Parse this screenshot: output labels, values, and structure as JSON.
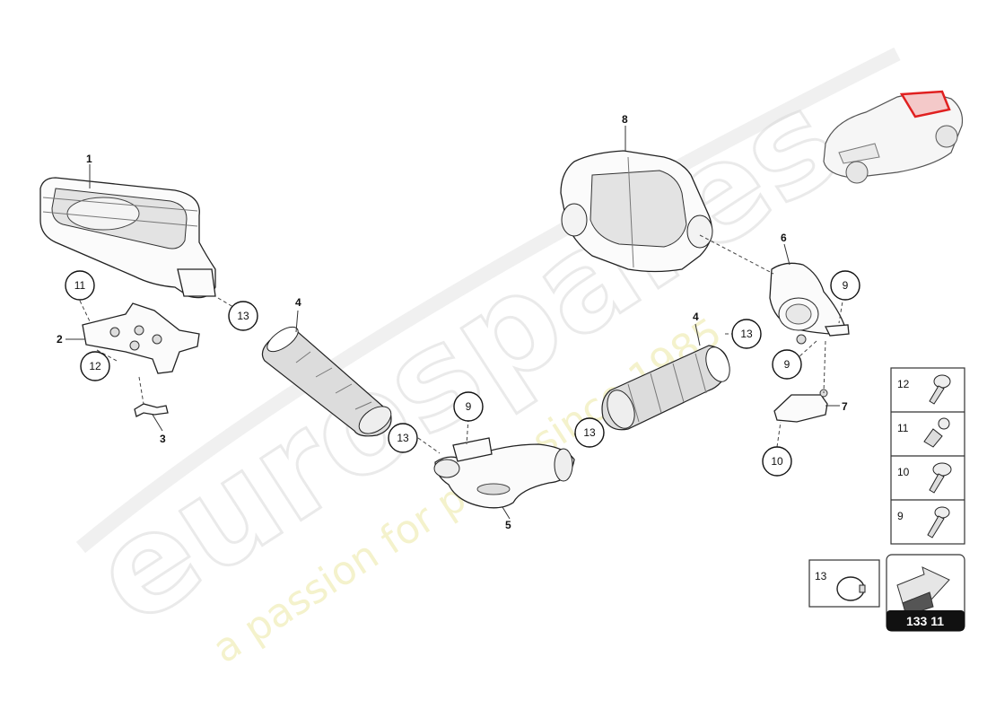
{
  "watermark": {
    "brand": "eurospares",
    "tagline": "a passion for parts since 1985"
  },
  "callouts": {
    "c1": "1",
    "c2": "2",
    "c3": "3",
    "c4a": "4",
    "c4b": "4",
    "c5": "5",
    "c6": "6",
    "c7": "7",
    "c8": "8",
    "c9a": "9",
    "c9b": "9",
    "c9c": "9",
    "c10": "10",
    "c11": "11",
    "c12": "12",
    "c13a": "13",
    "c13b": "13",
    "c13c": "13",
    "c13d": "13"
  },
  "legend": {
    "fasteners": [
      {
        "number": "12",
        "icon": "bolt-flange-icon"
      },
      {
        "number": "11",
        "icon": "stud-bolt-icon"
      },
      {
        "number": "10",
        "icon": "flange-screw-icon"
      },
      {
        "number": "9",
        "icon": "screw-icon"
      }
    ],
    "clamp": {
      "number": "13",
      "icon": "hose-clamp-icon"
    },
    "diagram_number": "133 11"
  }
}
